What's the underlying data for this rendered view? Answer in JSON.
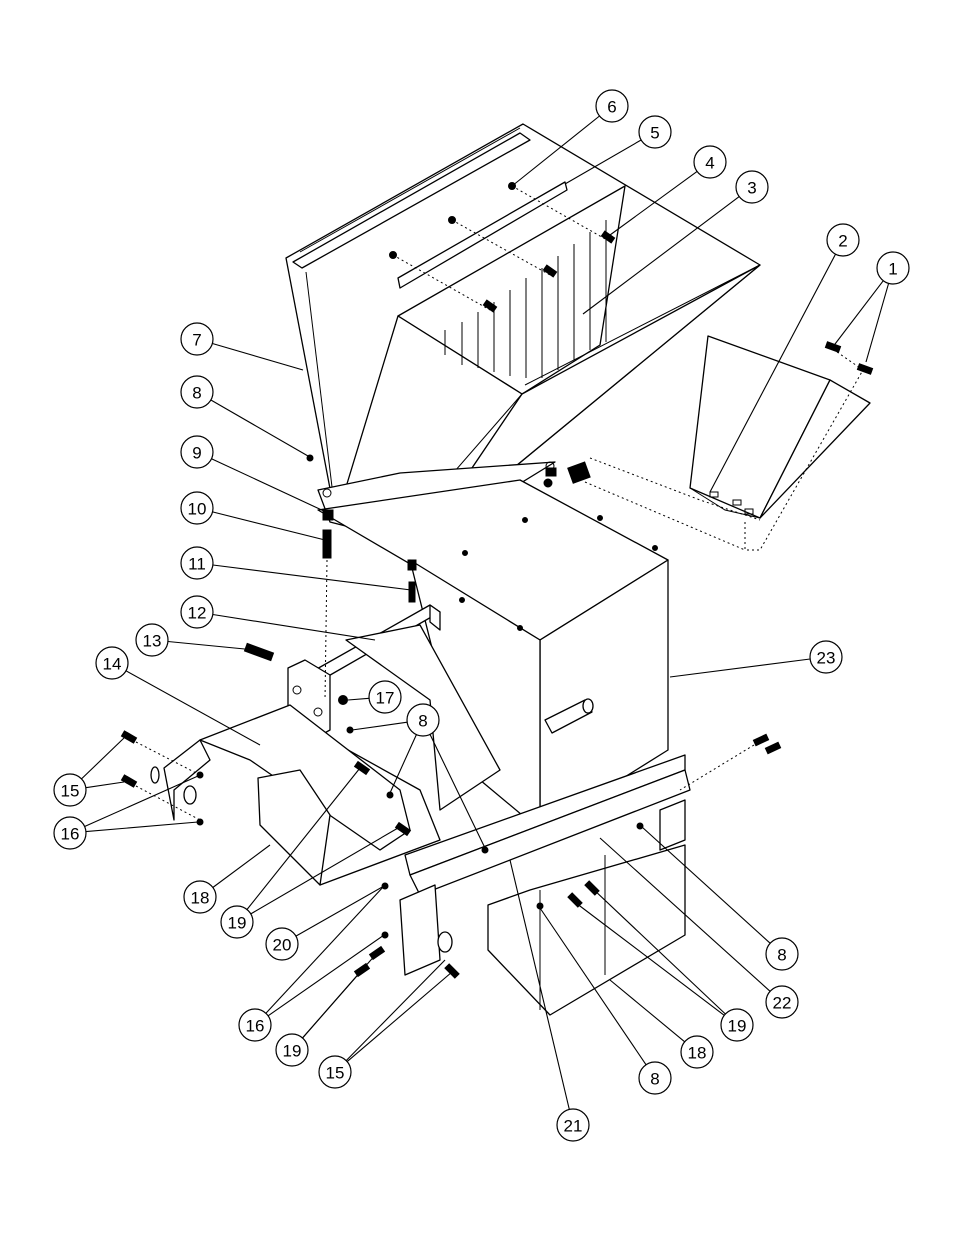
{
  "callouts": [
    {
      "label": "1"
    },
    {
      "label": "2"
    },
    {
      "label": "3"
    },
    {
      "label": "4"
    },
    {
      "label": "5"
    },
    {
      "label": "6"
    },
    {
      "label": "7"
    },
    {
      "label": "8"
    },
    {
      "label": "9"
    },
    {
      "label": "10"
    },
    {
      "label": "11"
    },
    {
      "label": "12"
    },
    {
      "label": "13"
    },
    {
      "label": "14"
    },
    {
      "label": "15"
    },
    {
      "label": "16"
    },
    {
      "label": "17"
    },
    {
      "label": "8"
    },
    {
      "label": "15"
    },
    {
      "label": "16"
    },
    {
      "label": "18"
    },
    {
      "label": "19"
    },
    {
      "label": "20"
    },
    {
      "label": "19"
    },
    {
      "label": "23"
    },
    {
      "label": "8"
    },
    {
      "label": "22"
    },
    {
      "label": "19"
    },
    {
      "label": "18"
    },
    {
      "label": "8"
    },
    {
      "label": "16"
    },
    {
      "label": "19"
    },
    {
      "label": "15"
    },
    {
      "label": "21"
    }
  ]
}
